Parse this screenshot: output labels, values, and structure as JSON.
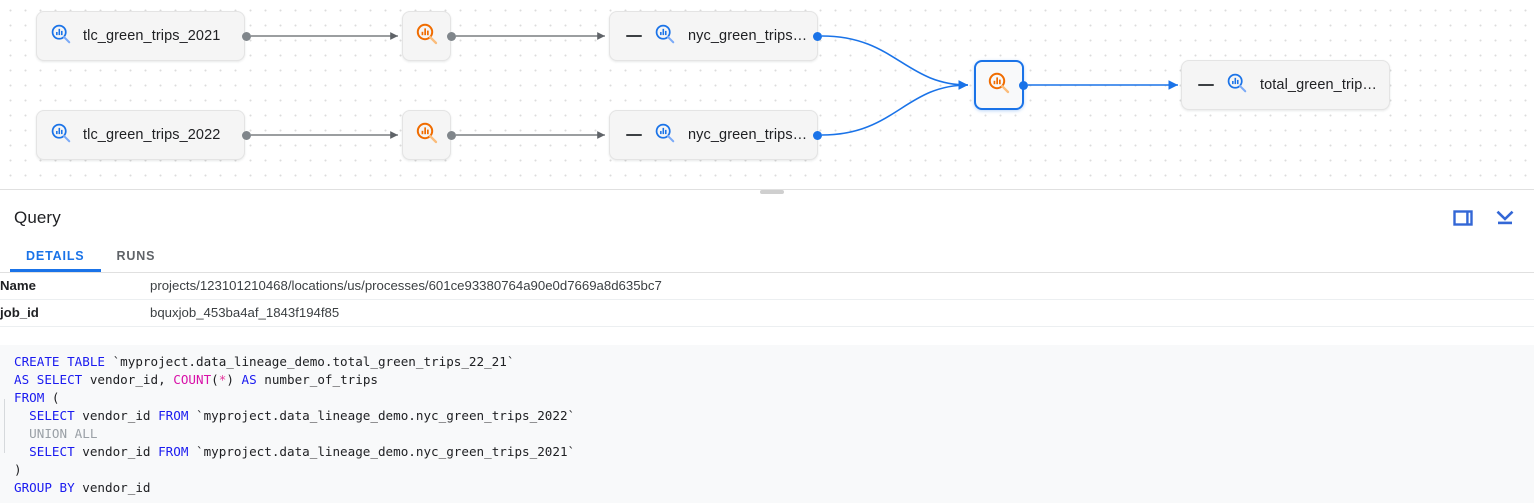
{
  "lineage": {
    "nodes": [
      {
        "id": "tlc2021",
        "label": "tlc_green_trips_2021",
        "icon": "table-search-icon",
        "kind": "table",
        "selected": false,
        "collapsible": false
      },
      {
        "id": "tlc2022",
        "label": "tlc_green_trips_2022",
        "icon": "table-search-icon",
        "kind": "table",
        "selected": false,
        "collapsible": false
      },
      {
        "id": "proc1",
        "label": "",
        "icon": "process-search-icon",
        "kind": "process",
        "selected": false,
        "collapsible": false
      },
      {
        "id": "proc2",
        "label": "",
        "icon": "process-search-icon",
        "kind": "process",
        "selected": false,
        "collapsible": false
      },
      {
        "id": "nyc2021",
        "label": "nyc_green_trips…",
        "icon": "table-search-icon",
        "kind": "table",
        "selected": false,
        "collapsible": true
      },
      {
        "id": "nyc2022",
        "label": "nyc_green_trips…",
        "icon": "table-search-icon",
        "kind": "table",
        "selected": false,
        "collapsible": true
      },
      {
        "id": "proc3",
        "label": "",
        "icon": "process-search-icon",
        "kind": "process",
        "selected": true,
        "collapsible": false
      },
      {
        "id": "total",
        "label": "total_green_trip…",
        "icon": "table-search-icon",
        "kind": "table",
        "selected": false,
        "collapsible": true
      }
    ],
    "colors": {
      "table_icon": "#1a73e8",
      "process_icon": "#f06c00",
      "edge_gray": "#5f6368",
      "edge_blue": "#1a73e8",
      "selected_border": "#1a73e8"
    }
  },
  "query_panel": {
    "title": "Query",
    "actions": [
      {
        "name": "side-panel-layout-icon",
        "label": "Side panel layout"
      },
      {
        "name": "collapse-panel-icon",
        "label": "Collapse panel"
      }
    ],
    "tabs": [
      {
        "id": "details",
        "label": "DETAILS",
        "active": true
      },
      {
        "id": "runs",
        "label": "RUNS",
        "active": false
      }
    ],
    "details": [
      {
        "key": "Name",
        "value": "projects/123101210468/locations/us/processes/601ce93380764a90e0d7669a8d635bc7"
      },
      {
        "key": "job_id",
        "value": "bquxjob_453ba4af_1843f194f85"
      }
    ]
  },
  "sql": {
    "lines": [
      [
        {
          "t": "CREATE TABLE ",
          "c": "kw"
        },
        {
          "t": "`myproject.data_lineage_demo.total_green_trips_22_21`",
          "c": "plain"
        }
      ],
      [
        {
          "t": "AS SELECT ",
          "c": "kw"
        },
        {
          "t": "vendor_id, ",
          "c": "plain"
        },
        {
          "t": "COUNT",
          "c": "fn"
        },
        {
          "t": "(",
          "c": "plain"
        },
        {
          "t": "*",
          "c": "star"
        },
        {
          "t": ") ",
          "c": "plain"
        },
        {
          "t": "AS ",
          "c": "kw"
        },
        {
          "t": "number_of_trips",
          "c": "plain"
        }
      ],
      [
        {
          "t": "FROM ",
          "c": "kw"
        },
        {
          "t": "(",
          "c": "plain"
        }
      ],
      [
        {
          "t": "  ",
          "c": "plain"
        },
        {
          "t": "SELECT ",
          "c": "kw"
        },
        {
          "t": "vendor_id ",
          "c": "plain"
        },
        {
          "t": "FROM ",
          "c": "kw"
        },
        {
          "t": "`myproject.data_lineage_demo.nyc_green_trips_2022`",
          "c": "plain"
        }
      ],
      [
        {
          "t": "  UNION ALL",
          "c": "dim"
        }
      ],
      [
        {
          "t": "  ",
          "c": "plain"
        },
        {
          "t": "SELECT ",
          "c": "kw"
        },
        {
          "t": "vendor_id ",
          "c": "plain"
        },
        {
          "t": "FROM ",
          "c": "kw"
        },
        {
          "t": "`myproject.data_lineage_demo.nyc_green_trips_2021`",
          "c": "plain"
        }
      ],
      [
        {
          "t": ")",
          "c": "plain"
        }
      ],
      [
        {
          "t": "GROUP BY ",
          "c": "kw"
        },
        {
          "t": "vendor_id",
          "c": "plain"
        }
      ]
    ]
  }
}
